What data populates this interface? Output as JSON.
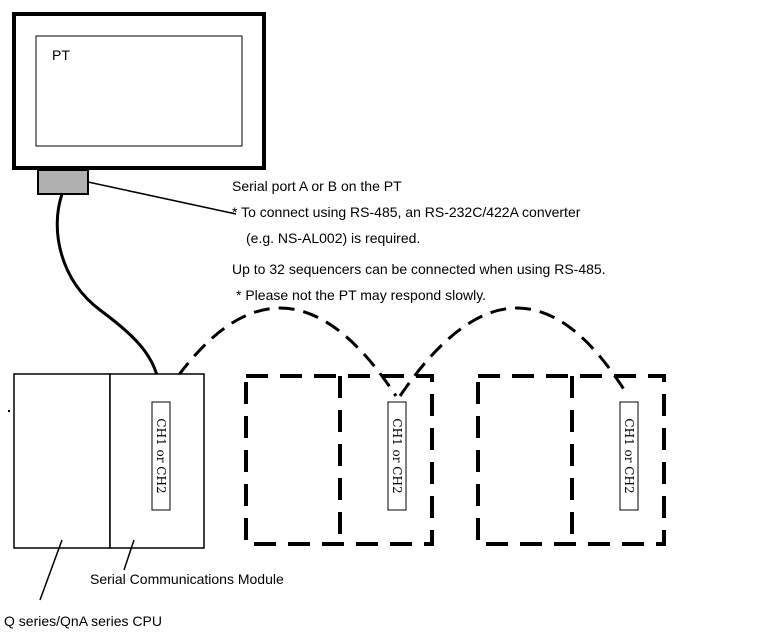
{
  "pt": {
    "label": "PT"
  },
  "annotation": {
    "port_line1": "Serial port A or B on the PT",
    "port_line2": "* To connect using RS-485, an RS-232C/422A converter",
    "port_line3": "(e.g. NS-AL002) is required.",
    "limit_line1": "Up to 32 sequencers can be connected when using RS-485.",
    "limit_line2": "* Please not the PT may respond slowly."
  },
  "modules": {
    "port_label": "CH1 or CH2",
    "serial_module_label": "Serial Communications Module",
    "cpu_label": "Q series/QnA series CPU"
  },
  "colors": {
    "line": "#000000",
    "port_fill": "#b0b0b0",
    "background": "#ffffff"
  }
}
